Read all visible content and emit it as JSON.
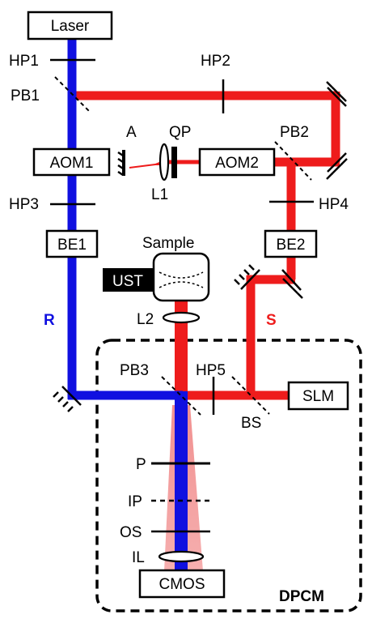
{
  "colors": {
    "reference_beam": "#1010e0",
    "signal_beam": "#ee1c1c",
    "signal_glow": "#f08a8a",
    "ust_box": "#000000",
    "outline": "#000000"
  },
  "components": {
    "laser": "Laser",
    "aom1": "AOM1",
    "aom2": "AOM2",
    "be1": "BE1",
    "be2": "BE2",
    "ust": "UST",
    "slm": "SLM",
    "cmos": "CMOS"
  },
  "labels": {
    "hp1": "HP1",
    "hp2": "HP2",
    "hp3": "HP3",
    "hp4": "HP4",
    "hp5": "HP5",
    "pb1": "PB1",
    "pb2": "PB2",
    "pb3": "PB3",
    "a": "A",
    "qp": "QP",
    "l1": "L1",
    "l2": "L2",
    "sample": "Sample",
    "r": "R",
    "s": "S",
    "bs": "BS",
    "p": "P",
    "ip": "IP",
    "os": "OS",
    "il": "IL",
    "dpcm": "DPCM"
  }
}
